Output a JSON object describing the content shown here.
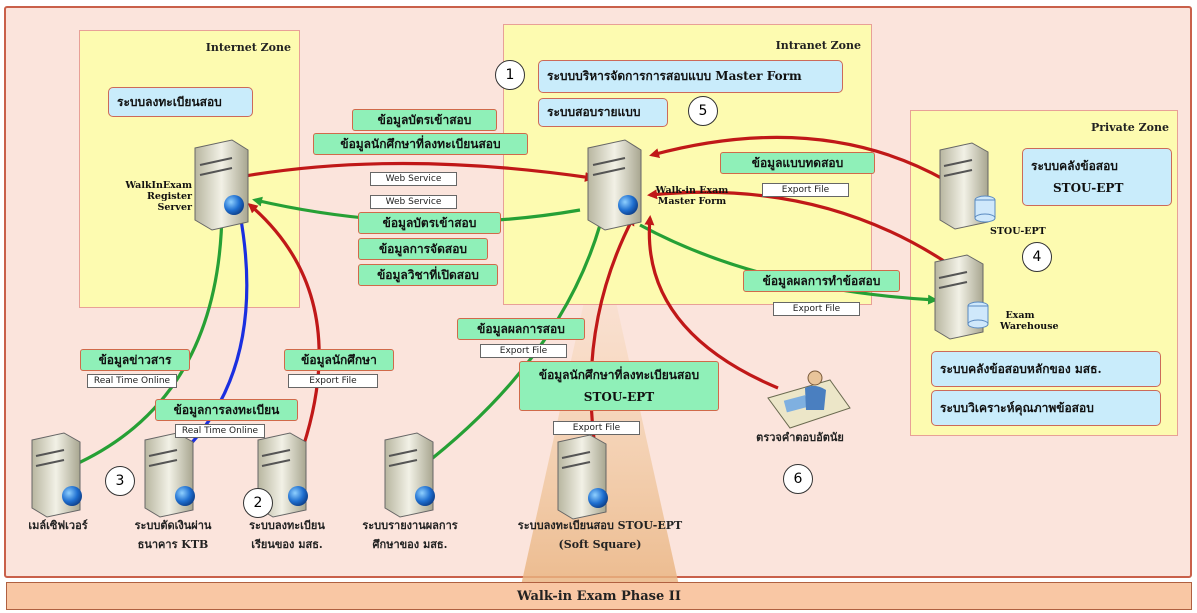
{
  "zones": {
    "internet": "Internet Zone",
    "intranet": "Intranet Zone",
    "private": "Private Zone"
  },
  "systems": {
    "register": "ระบบลงทะเบียนสอบ",
    "master_form_mgmt": "ระบบบริหารจัดการการสอบแบบ Master Form",
    "exam_by_form": "ระบบสอบรายแบบ",
    "question_bank_line1": "ระบบคลังข้อสอบ",
    "question_bank_line2": "STOU-EPT",
    "main_bank": "ระบบคลังข้อสอบหลักของ มสธ.",
    "quality": "ระบบวิเคราะห์คุณภาพข้อสอบ"
  },
  "servers": {
    "register_server_line1": "WalkInExam",
    "register_server_line2": "Register Server",
    "master_line1": "Walk-in Exam",
    "master_line2": "Master Form",
    "stou_ept": "STOU-EPT",
    "warehouse_line1": "Exam",
    "warehouse_line2": "Warehouse"
  },
  "flows": {
    "admission_card_top": "ข้อมูลบัตรเข้าสอบ",
    "registered_students_top": "ข้อมูลนักศึกษาที่ลงทะเบียนสอบ",
    "admission_card_mid": "ข้อมูลบัตรเข้าสอบ",
    "exam_arrangement": "ข้อมูลการจัดสอบ",
    "open_subjects": "ข้อมูลวิชาที่เปิดสอบ",
    "test_form": "ข้อมูลแบบทดสอบ",
    "test_results": "ข้อมูลผลการทำข้อสอบ",
    "exam_results": "ข้อมูลผลการสอบ",
    "news": "ข้อมูลข่าวสาร",
    "student_info": "ข้อมูลนักศึกษา",
    "registration_info": "ข้อมูลการลงทะเบียน",
    "registered_ept_line1": "ข้อมูลนักศึกษาที่ลงทะเบียนสอบ",
    "registered_ept_line2": "STOU-EPT"
  },
  "tags": {
    "web_service": "Web Service",
    "export_file": "Export File",
    "real_time_online": "Real Time Online"
  },
  "numbers": [
    "1",
    "2",
    "3",
    "4",
    "5",
    "6"
  ],
  "bottom": {
    "mail_server": "เมล์เซิฟเวอร์",
    "ktb_line1": "ระบบตัดเงินผ่าน",
    "ktb_line2": "ธนาคาร KTB",
    "reg_sys_line1": "ระบบลงทะเบียน",
    "reg_sys_line2": "เรียนของ มสธ.",
    "report_line1": "ระบบรายงานผลการ",
    "report_line2": "ศึกษาของ มสธ.",
    "ept_reg_line1": "ระบบลงทะเบียนสอบ STOU-EPT",
    "ept_reg_line2": "(Soft Square)",
    "answer_check": "ตรวจคำตอบอัตนัย"
  },
  "footer": "Walk-in Exam Phase II",
  "colors": {
    "arrow_red": "#c01818",
    "arrow_green": "#26a035",
    "arrow_blue": "#1a2fe0",
    "frame_bg": "#fbe4dc",
    "zone_bg": "#fdfbb0"
  }
}
